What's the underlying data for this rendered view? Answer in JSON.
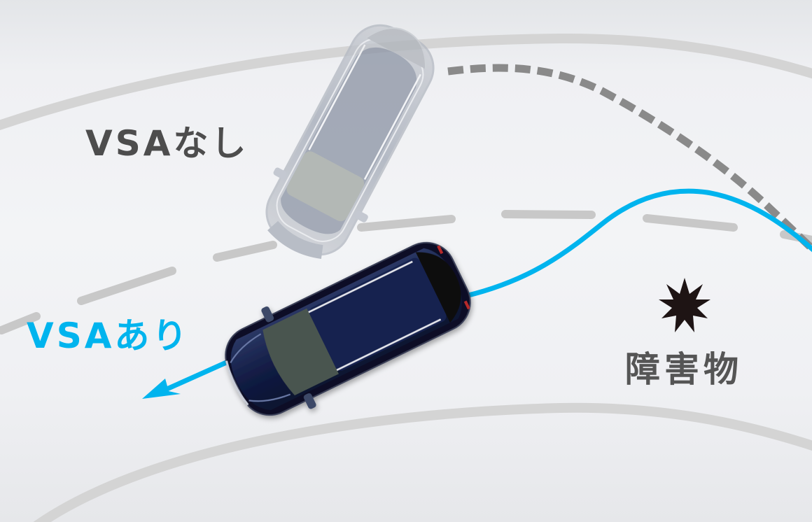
{
  "diagram": {
    "title": "VSA comparison - obstacle avoidance",
    "labels": {
      "without_vsa": "VSAなし",
      "with_vsa": "VSAあり",
      "obstacle": "障害物"
    },
    "colors": {
      "background": "#eff0f3",
      "road_line": "#d4d4d4",
      "lane_dash": "#c8c8c8",
      "without_vsa_path": "#8a8a8a",
      "with_vsa_path": "#00b4ee",
      "without_vsa_text": "#4d4d4d",
      "with_vsa_text": "#00b4ee",
      "obstacle_text": "#555555",
      "obstacle_icon": "#1e1414",
      "car_dark_body": "#16214a",
      "car_ghost_body": "#8e96a6"
    },
    "icons": {
      "obstacle": "burst-star-icon",
      "arrow": "arrow-left-down-icon"
    },
    "elements": {
      "car_without_vsa": "ghost-car (spun out, translucent silver)",
      "car_with_vsa": "dark-navy-minivan (controlled)",
      "path_without_vsa": "dashed gray trajectory",
      "path_with_vsa": "solid blue trajectory with arrow"
    }
  }
}
